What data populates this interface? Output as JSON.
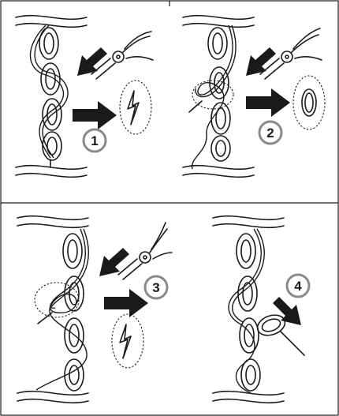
{
  "steps": [
    {
      "number": "1",
      "part_shown": "open-ring-icon"
    },
    {
      "number": "2",
      "part_shown": "closed-ring-icon"
    },
    {
      "number": "3",
      "part_shown": "open-ring-icon"
    },
    {
      "number": "4",
      "part_shown": "removal-arrow-icon"
    }
  ],
  "colors": {
    "line": "#1a1a1a",
    "badge_ring": "#8a8a8a",
    "background": "#ffffff"
  }
}
